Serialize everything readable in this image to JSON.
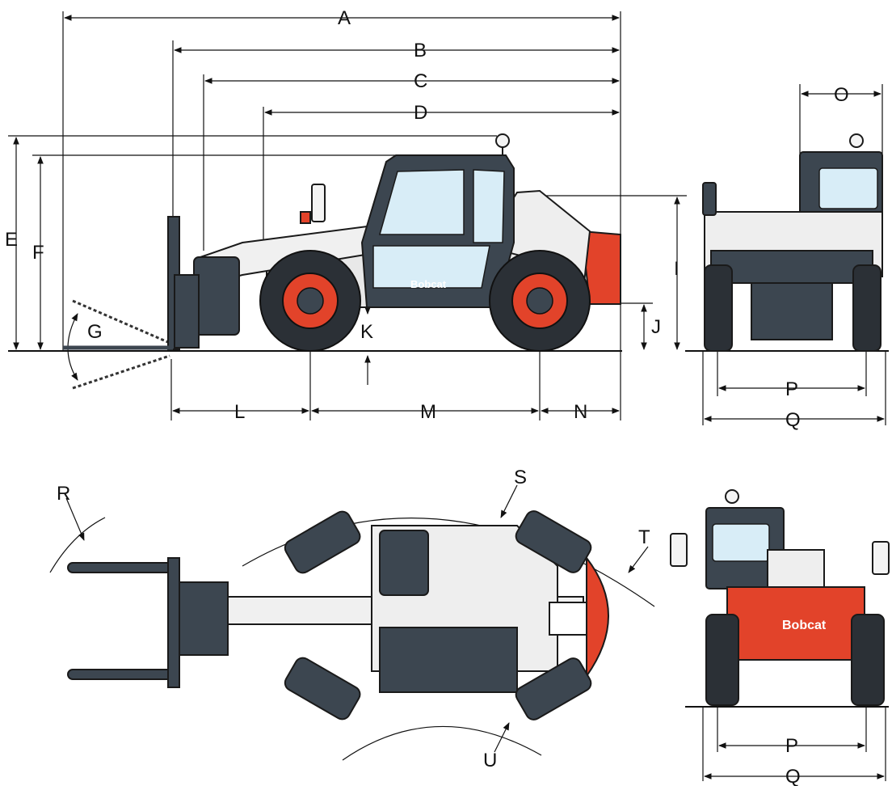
{
  "brand": "Bobcat",
  "colors": {
    "body": "#eeeeee",
    "dark": "#3c4650",
    "accent": "#e2432a",
    "glass": "#d8edf7",
    "tire": "#2b3036",
    "line": "#111111"
  },
  "dimension_labels": {
    "A": "A",
    "B": "B",
    "C": "C",
    "D": "D",
    "E": "E",
    "F": "F",
    "G": "G",
    "I": "I",
    "J": "J",
    "K": "K",
    "L": "L",
    "M": "M",
    "N": "N",
    "O": "O",
    "P": "P",
    "Q": "Q",
    "R": "R",
    "S": "S",
    "T": "T",
    "U": "U"
  }
}
